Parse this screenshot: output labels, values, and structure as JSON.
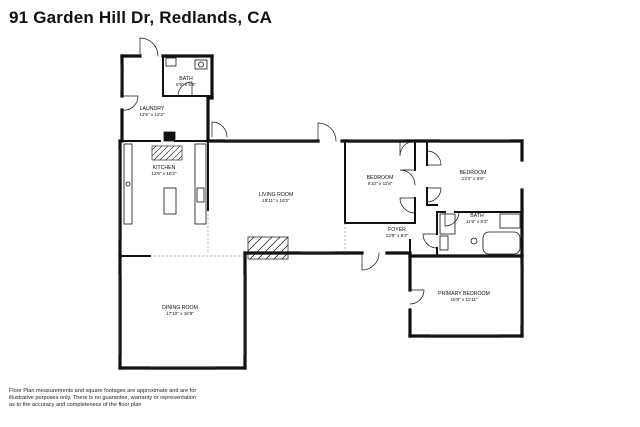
{
  "title": "91 Garden Hill Dr, Redlands, CA",
  "rooms": {
    "bath1": {
      "name": "BATH",
      "dim": "5'9\" x 6'8\""
    },
    "laundry": {
      "name": "LAUNDRY",
      "dim": "12'5\" x 12'2\""
    },
    "kitchen": {
      "name": "KITCHEN",
      "dim": "12'6\" x 16'2\""
    },
    "living": {
      "name": "LIVING ROOM",
      "dim": "18'11\" x 16'2\""
    },
    "bedroom1": {
      "name": "BEDROOM",
      "dim": "9'10\" x 11'8\""
    },
    "bedroom2": {
      "name": "BEDROOM",
      "dim": "13'4\" x 9'9\""
    },
    "bath2": {
      "name": "BATH",
      "dim": "11'6\" x 6'2\""
    },
    "foyer": {
      "name": "FOYER",
      "dim": "13'8\" x 9'3\""
    },
    "dining": {
      "name": "DINING ROOM",
      "dim": "17'10\" x 16'8\""
    },
    "primary": {
      "name": "PRIMARY BEDROOM",
      "dim": "15'8\" x 11'11\""
    }
  },
  "disclaimer": [
    "Floor Plan measurements and square footages are approximate and are for",
    "illustrative purposes only. There is no guarantee, warranty or representation",
    "as to the accuracy and completeness of the floor plan"
  ]
}
